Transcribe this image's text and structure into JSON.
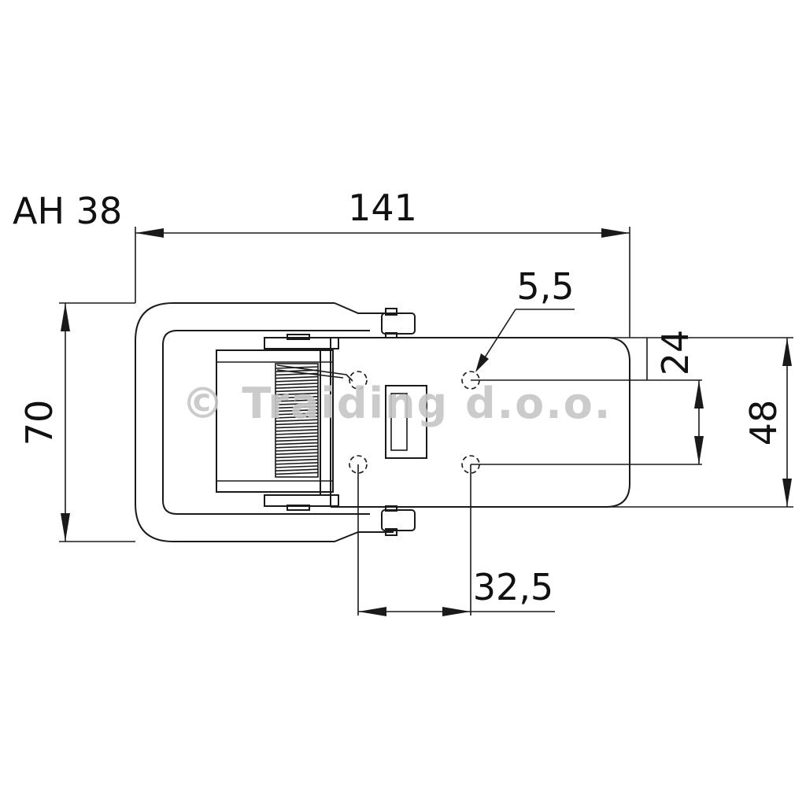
{
  "model_label": "AH 38",
  "dimensions": {
    "overall_length": "141",
    "overall_height": "70",
    "hole_diameter": "5,5",
    "hole_offset_top": "24",
    "hole_vertical_spacing": "48",
    "hole_horizontal_spacing": "32,5"
  },
  "watermark": "© Traiding d.o.o.",
  "colors": {
    "line": "#1a1a1a",
    "watermark": "#c6c6c6",
    "background": "#ffffff"
  }
}
